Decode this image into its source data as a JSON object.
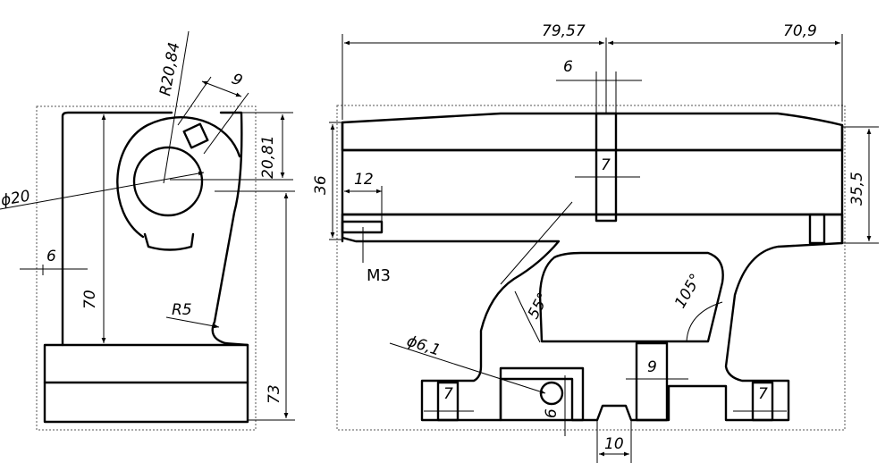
{
  "labels": {
    "r2084": "R20,84",
    "d9": "9",
    "d2081": "20,81",
    "phi20": "ϕ20",
    "d6_left": "6",
    "d70": "70",
    "r5": "R5",
    "d73": "73",
    "d7957": "79,57",
    "d709": "70,9",
    "d6_top": "6",
    "d7_slot": "7",
    "d36": "36",
    "d12": "12",
    "m3": "M3",
    "d355": "35,5",
    "a55": "55°",
    "a105": "105°",
    "phi61": "ϕ6,1",
    "d9_bot": "9",
    "d7_left": "7",
    "d6_bot": "6",
    "d7_right": "7",
    "d10": "10"
  }
}
